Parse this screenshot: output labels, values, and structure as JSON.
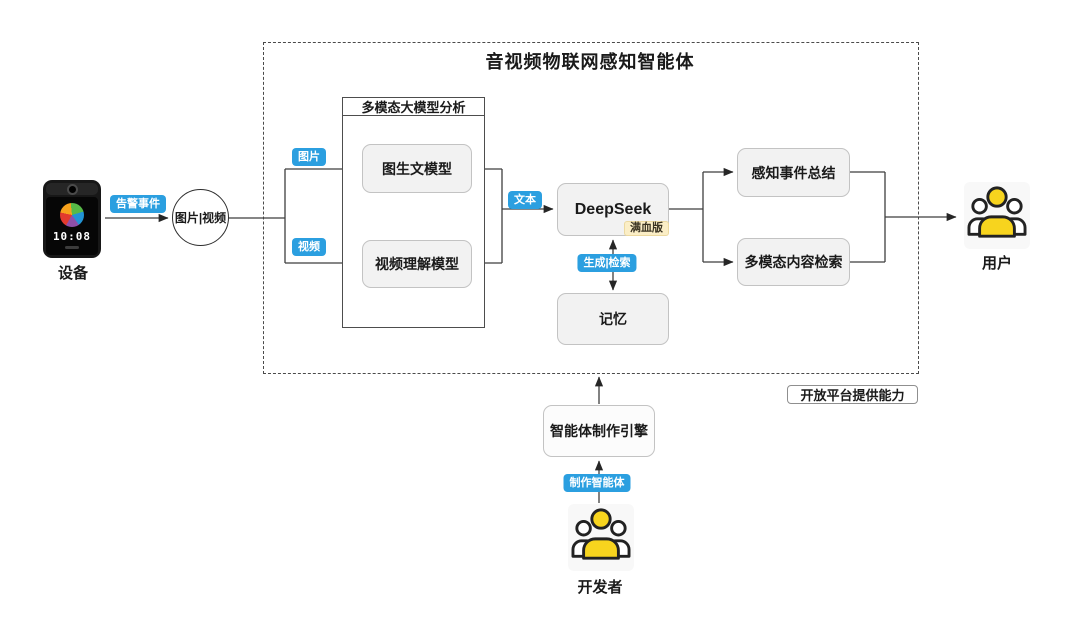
{
  "colors": {
    "badge_blue": "#2B9FE0",
    "badge_yellow_bg": "#FBEEC6",
    "node_fill": "#F2F2F2",
    "accent_yellow": "#F7D41E",
    "line": "#4A4A4A"
  },
  "device": {
    "label": "设备",
    "screen_time": "10:08"
  },
  "user": {
    "label": "用户"
  },
  "developer": {
    "label": "开发者"
  },
  "flows": {
    "alert_event": "告警事件",
    "media": "图片|视频",
    "image": "图片",
    "video": "视频",
    "text": "文本",
    "generate_retrieve": "生成|检索",
    "create_agent": "制作智能体"
  },
  "agent_box": {
    "title": "音视频物联网感知智能体",
    "analysis_group": {
      "title": "多模态大模型分析",
      "img2text_model": "图生文模型",
      "video_model": "视频理解模型"
    },
    "deepseek": {
      "label": "DeepSeek",
      "variant_badge": "满血版"
    },
    "memory": "记忆",
    "event_summary": "感知事件总结",
    "content_retrieval": "多模态内容检索"
  },
  "engine": {
    "label": "智能体制作引擎"
  },
  "platform_note": "开放平台提供能力",
  "icons": {
    "device": "smartphone-icon",
    "user": "users-group-icon",
    "developer": "users-group-icon"
  }
}
